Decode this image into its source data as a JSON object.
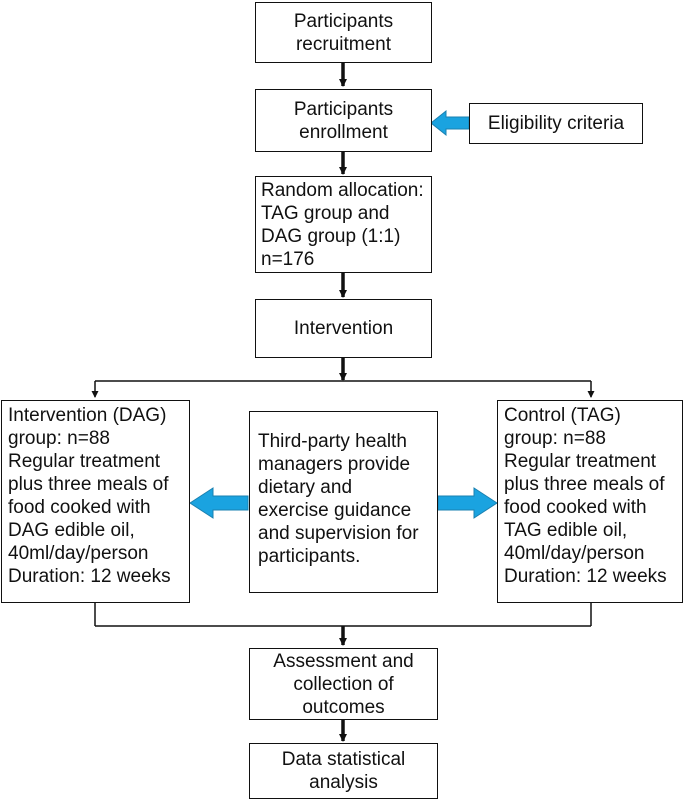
{
  "boxes": {
    "recruitment": [
      "Participants",
      "recruitment"
    ],
    "enrollment": [
      "Participants",
      "enrollment"
    ],
    "eligibility": [
      "Eligibility criteria"
    ],
    "allocation": [
      "Random allocation:",
      "TAG group and",
      "DAG group (1:1)",
      "n=176"
    ],
    "intervention": [
      "Intervention"
    ],
    "dag_group": [
      "Intervention (DAG)",
      "group: n=88",
      "Regular treatment",
      "plus three meals of",
      "food cooked with",
      "DAG edible oil,",
      "40ml/day/person",
      "Duration: 12 weeks"
    ],
    "managers": [
      "Third-party health",
      "managers provide",
      "dietary and",
      "exercise guidance",
      "and supervision for",
      "participants."
    ],
    "tag_group": [
      "Control (TAG)",
      "group: n=88",
      "Regular treatment",
      "plus three meals of",
      "food cooked with",
      "TAG edible oil,",
      "40ml/day/person",
      "Duration: 12 weeks"
    ],
    "assessment": [
      "Assessment and",
      "collection of",
      "outcomes"
    ],
    "analysis": [
      "Data statistical",
      "analysis"
    ]
  },
  "colors": {
    "block_arrow": "#1aa3e0",
    "line": "#111111"
  }
}
